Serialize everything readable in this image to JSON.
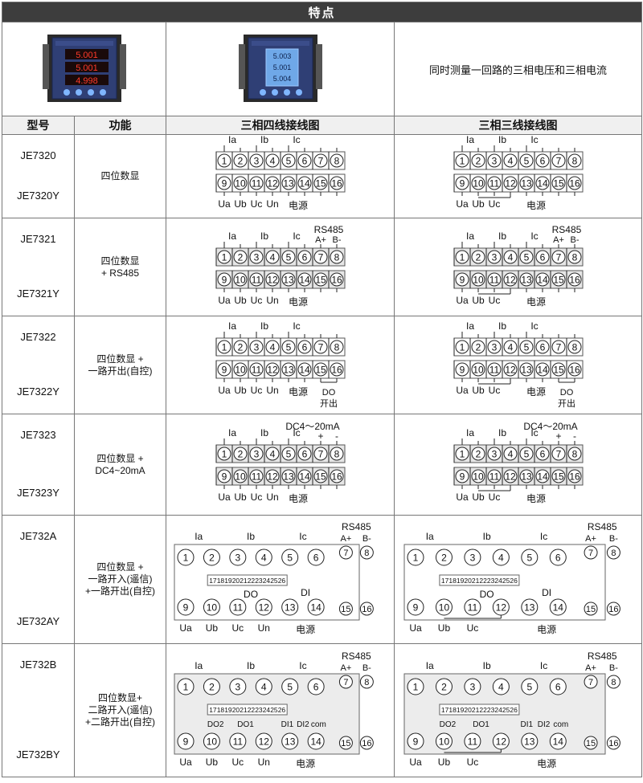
{
  "header": {
    "title": "特点"
  },
  "feature_text": "同时测量一回路的三相电压和三相电流",
  "devices": [
    {
      "name": "device-photo-led",
      "digits": [
        "5.001",
        "5.001",
        "4.998"
      ]
    },
    {
      "name": "device-photo-lcd",
      "digits": [
        "5.003",
        "5.001",
        "5.004"
      ]
    }
  ],
  "columns": {
    "model": "型号",
    "function": "功能",
    "four_wire": "三相四线接线图",
    "three_wire": "三相三线接线图"
  },
  "rows": [
    {
      "model_a": "JE7320",
      "model_b": "JE7320Y",
      "function": "四位数显"
    },
    {
      "model_a": "JE7321",
      "model_b": "JE7321Y",
      "function": "四位数显\n+ RS485"
    },
    {
      "model_a": "JE7322",
      "model_b": "JE7322Y",
      "function": "四位数显 +\n一路开出(自控)"
    },
    {
      "model_a": "JE7323",
      "model_b": "JE7323Y",
      "function": "四位数显 +\nDC4~20mA"
    },
    {
      "model_a": "JE732A",
      "model_b": "JE732AY",
      "function": "四位数显 +\n一路开入(遥信)\n+一路开出(自控)"
    },
    {
      "model_a": "JE732B",
      "model_b": "JE732BY",
      "function": "四位数显+\n二路开入(遥信)\n+二路开出(自控)"
    }
  ],
  "labels": {
    "ia": "Ia",
    "ib": "Ib",
    "ic": "Ic",
    "ua": "Ua",
    "ub": "Ub",
    "uc": "Uc",
    "un": "Un",
    "power": "电源",
    "rs485": "RS485",
    "a_plus": "A+",
    "b_minus": "B-",
    "do": "DO",
    "di": "DI",
    "out": "开出",
    "dc": "DC4～20mA",
    "plus": "+",
    "minus": "-",
    "do1": "DO1",
    "do2": "DO2",
    "di1": "DI1",
    "di2": "DI2",
    "com": "com"
  },
  "terminals_top": [
    "1",
    "2",
    "3",
    "4",
    "5",
    "6",
    "7",
    "8"
  ],
  "terminals_bottom": [
    "9",
    "10",
    "11",
    "12",
    "13",
    "14",
    "15",
    "16"
  ],
  "terminals_small_a": [
    "17",
    "18",
    "19",
    "20",
    "21",
    "22",
    "23",
    "24",
    "25",
    "26"
  ],
  "terminals_small_b": [
    "17",
    "18",
    "19",
    "20",
    "21",
    "22",
    "23",
    "24",
    "25",
    "26"
  ]
}
